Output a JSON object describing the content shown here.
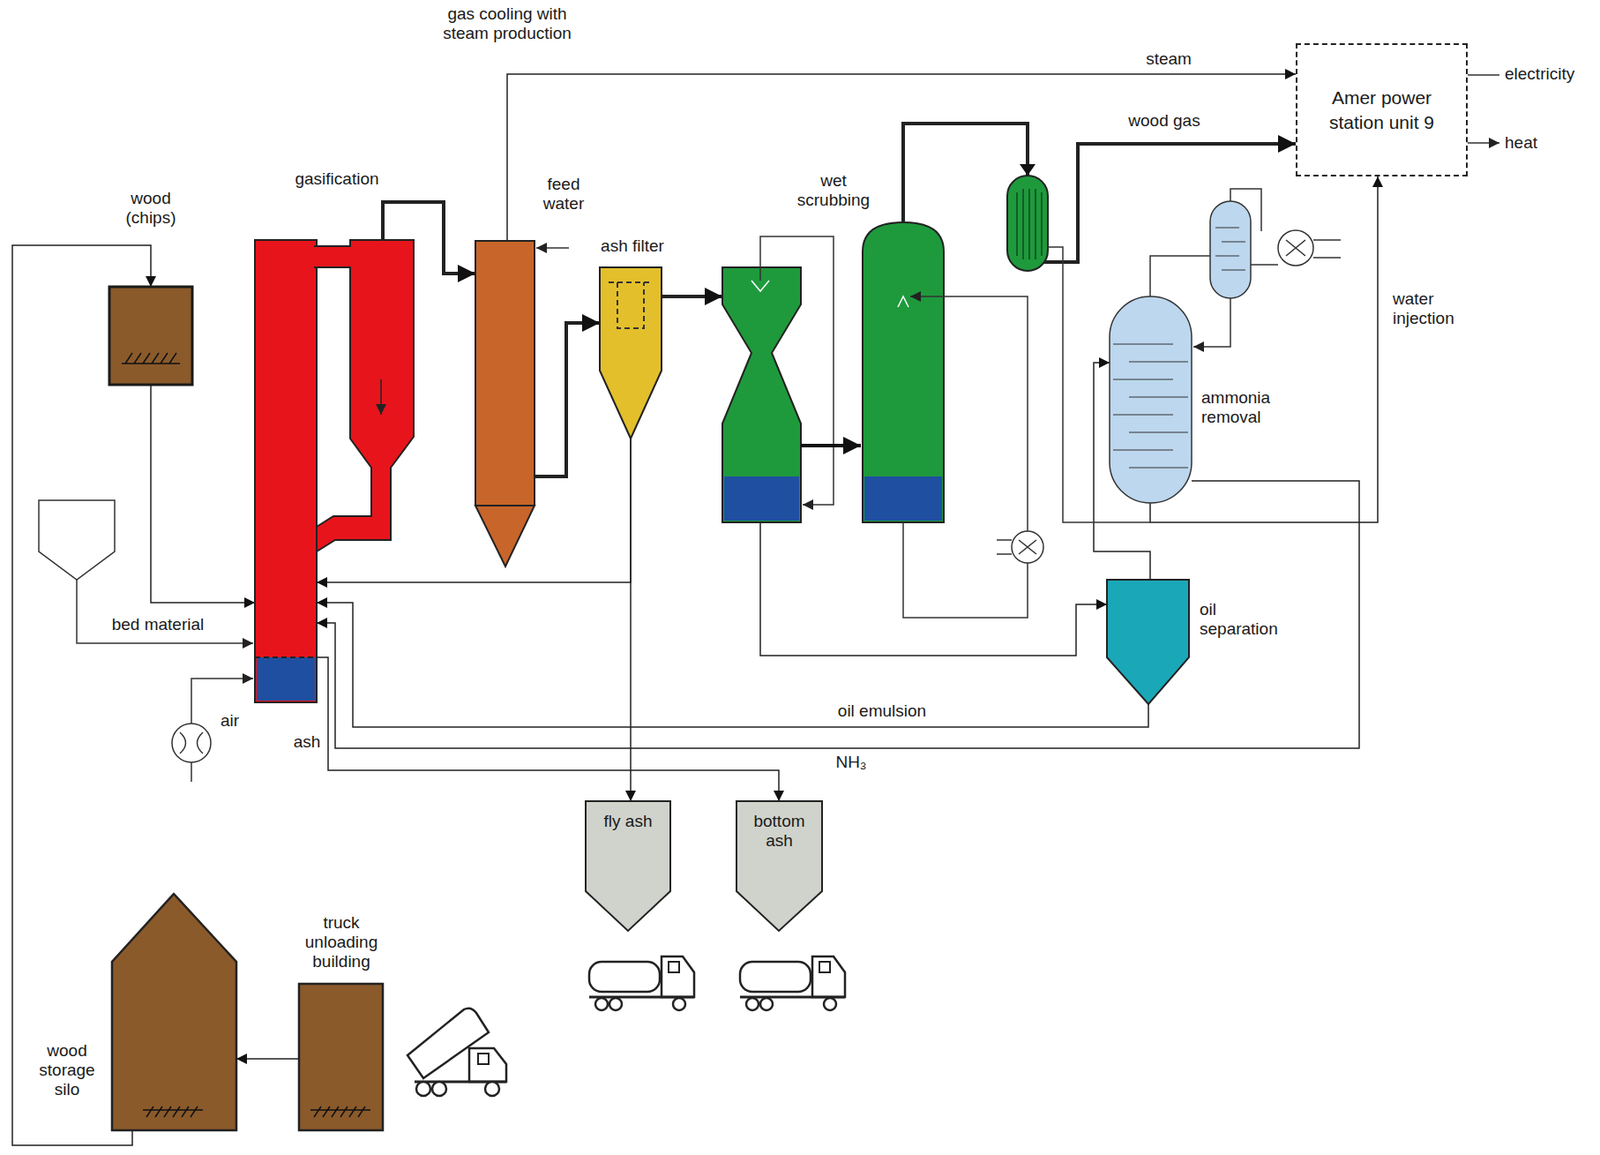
{
  "diagram": {
    "nodes": [
      {
        "text": [
          "wood (chips)"
        ]
      },
      {
        "text": [
          "gasification"
        ]
      },
      {
        "text": [
          "gas cooling with steam production"
        ]
      },
      {
        "text": [
          "ash filter"
        ]
      },
      {
        "text": [
          "wet scrubbing"
        ]
      },
      {
        "text": [
          "Amer power station unit 9"
        ]
      },
      {
        "text": [
          "ammonia removal"
        ]
      },
      {
        "text": [
          "oil separation"
        ]
      },
      {
        "text": [
          "fly ash"
        ]
      },
      {
        "text": [
          "bottom ash"
        ]
      },
      {
        "text": [
          "wood storage silo"
        ]
      },
      {
        "text": [
          "truck unloading building"
        ]
      }
    ],
    "edges": [
      {
        "from": 10,
        "to": 0,
        "arrow": "to"
      },
      {
        "from": 11,
        "to": 10,
        "arrow": "to"
      },
      {
        "from": 0,
        "to": 1,
        "arrow": "to"
      },
      {
        "from": 1,
        "to": 2,
        "arrow": "to"
      },
      {
        "from": 2,
        "to": 3,
        "arrow": "to"
      },
      {
        "from": 2,
        "to": 5,
        "label": "steam",
        "arrow": "to"
      },
      {
        "from": 3,
        "to": 4,
        "arrow": "to"
      },
      {
        "from": 3,
        "to": 8,
        "arrow": "to"
      },
      {
        "from": 3,
        "to": 1,
        "arrow": "to"
      },
      {
        "from": 1,
        "to": 9,
        "label": "ash",
        "arrow": "to"
      },
      {
        "from": 4,
        "to": 5,
        "label": "wood gas",
        "arrow": "to"
      },
      {
        "from": 4,
        "to": 7,
        "arrow": "to"
      },
      {
        "from": 7,
        "to": 6,
        "arrow": "to"
      },
      {
        "from": 6,
        "to": 5,
        "label": "water injection",
        "arrow": "to"
      },
      {
        "from": 7,
        "to": 1,
        "label": "oil emulsion",
        "arrow": "to"
      },
      {
        "from": 6,
        "to": 1,
        "label": "NH₃",
        "arrow": "to"
      }
    ],
    "labels": [
      "feed water",
      "bed material",
      "air",
      "electricity",
      "heat"
    ]
  }
}
